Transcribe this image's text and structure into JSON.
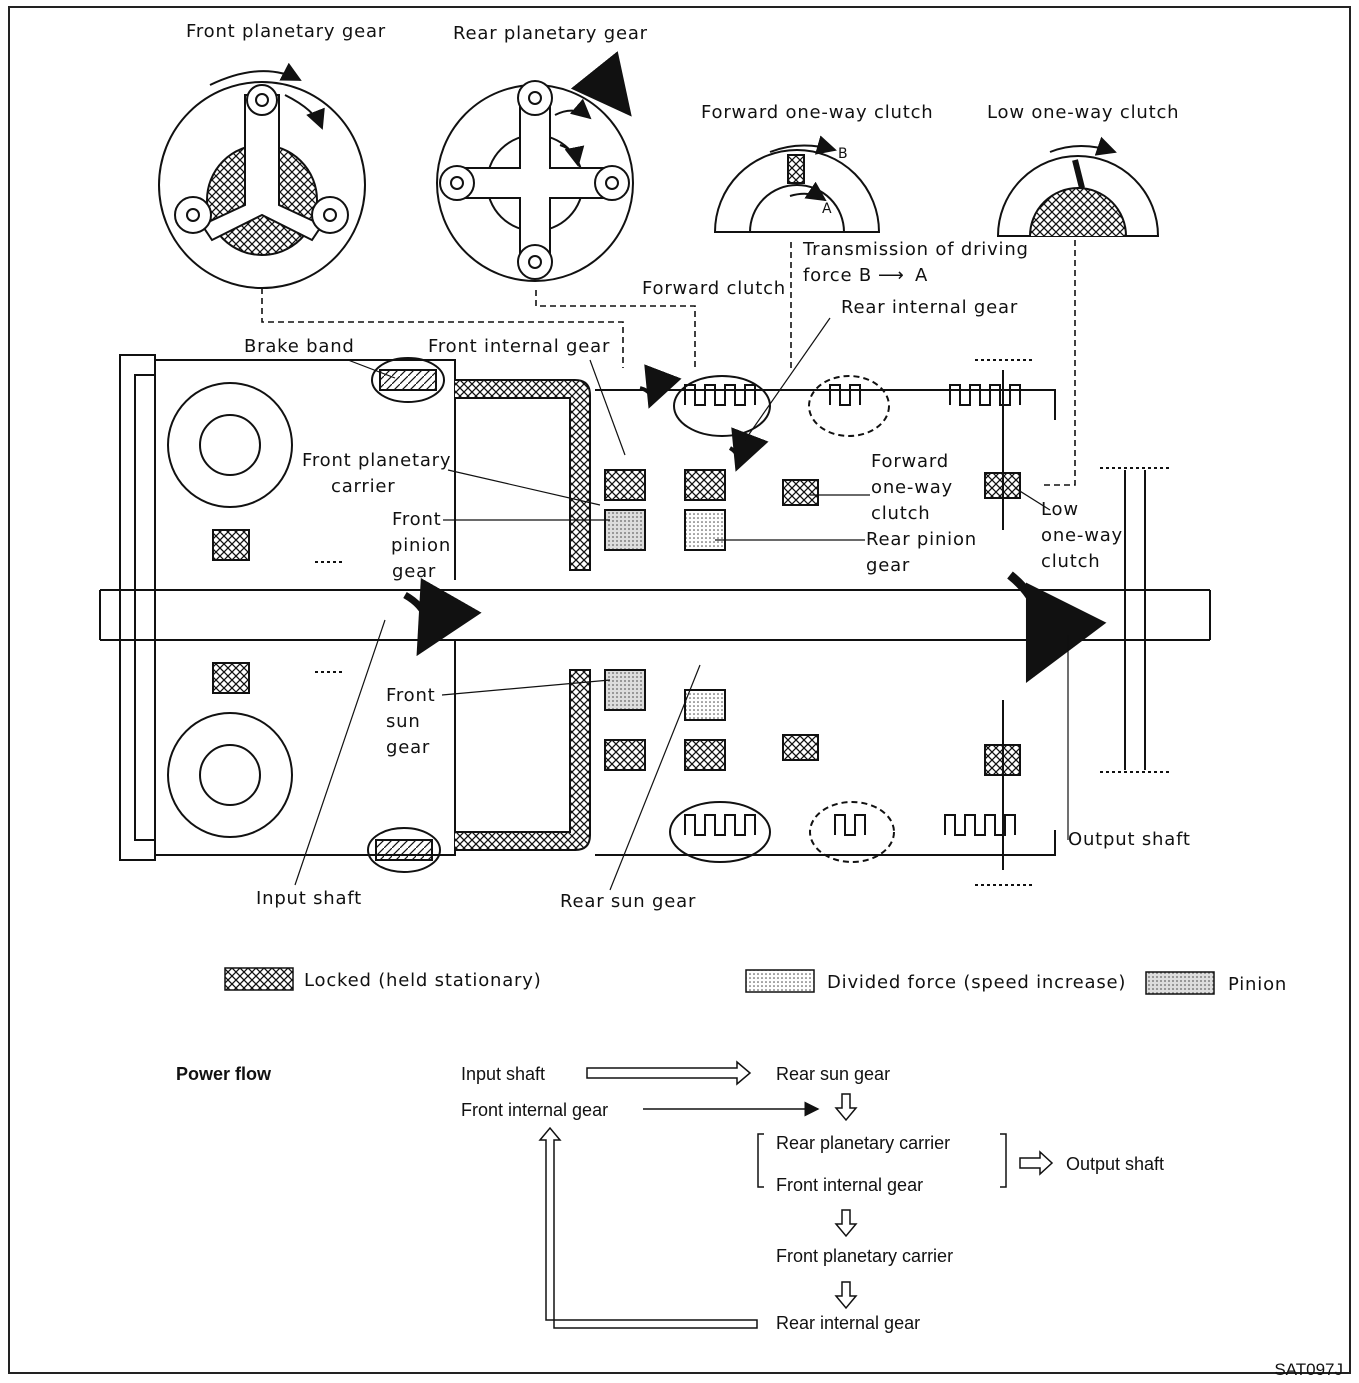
{
  "labels": {
    "front_planetary_gear": "Front planetary gear",
    "rear_planetary_gear": "Rear planetary gear",
    "forward_one_way_clutch_title": "Forward one-way clutch",
    "low_one_way_clutch_title": "Low one-way clutch",
    "b_mark": "B",
    "a_mark": "A",
    "transmission_line1": "Transmission of driving",
    "transmission_line2": "force B",
    "transmission_a": "A",
    "forward_clutch": "Forward clutch",
    "rear_internal_gear": "Rear internal gear",
    "brake_band": "Brake band",
    "front_internal_gear": "Front internal gear",
    "front_planetary_carrier_l1": "Front planetary",
    "front_planetary_carrier_l2": "carrier",
    "front_pinion_gear_l1": "Front",
    "front_pinion_gear_l2": "pinion",
    "front_pinion_gear_l3": "gear",
    "forward_owc_l1": "Forward",
    "forward_owc_l2": "one-way",
    "forward_owc_l3": "clutch",
    "rear_pinion_gear_l1": "Rear pinion",
    "rear_pinion_gear_l2": "gear",
    "low_owc_l1": "Low",
    "low_owc_l2": "one-way",
    "low_owc_l3": "clutch",
    "front_sun_gear_l1": "Front",
    "front_sun_gear_l2": "sun",
    "front_sun_gear_l3": "gear",
    "output_shaft": "Output shaft",
    "input_shaft": "Input shaft",
    "rear_sun_gear": "Rear sun gear"
  },
  "legend": {
    "locked": "Locked (held stationary)",
    "divided": "Divided force (speed increase)",
    "pinion": "Pinion"
  },
  "power_flow": {
    "title": "Power flow",
    "input_shaft": "Input shaft",
    "rear_sun_gear": "Rear sun gear",
    "front_internal_gear_1": "Front internal gear",
    "rear_planetary_carrier": "Rear planetary carrier",
    "front_internal_gear_2": "Front internal gear",
    "output_shaft": "Output shaft",
    "front_planetary_carrier": "Front planetary carrier",
    "rear_internal_gear": "Rear internal gear"
  },
  "figure_code": "SAT097J"
}
